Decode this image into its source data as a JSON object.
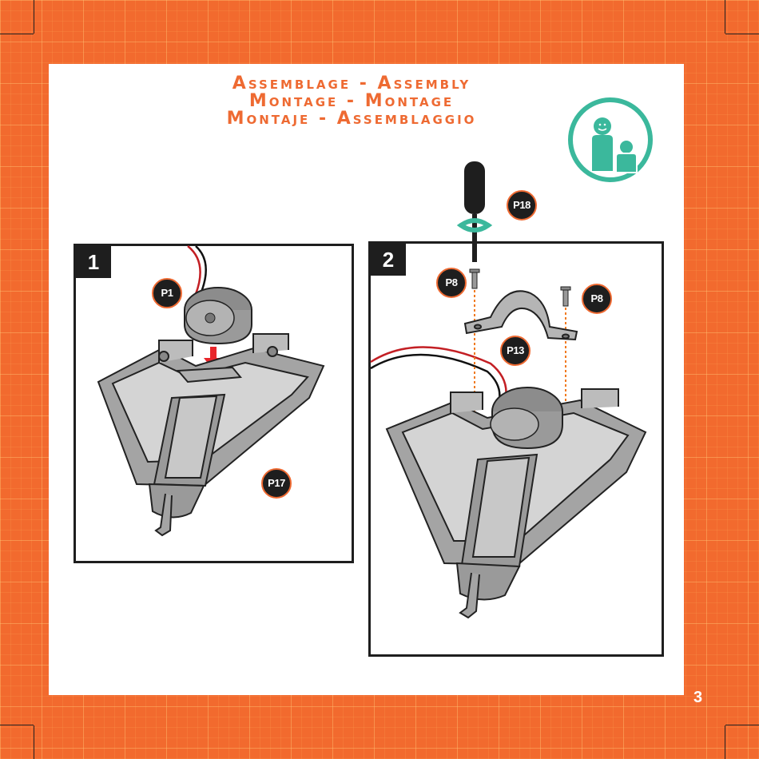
{
  "header": {
    "title_lines": [
      "Assemblage - Assembly",
      "Montage - Montage",
      "Montaje - Assemblaggio"
    ]
  },
  "steps": [
    {
      "number": "1",
      "parts": [
        "P1",
        "P17"
      ]
    },
    {
      "number": "2",
      "parts": [
        "P18",
        "P8",
        "P8",
        "P13"
      ]
    }
  ],
  "page_number": "3",
  "colors": {
    "accent": "#ee6a32",
    "badge_teal": "#3bb89c",
    "panel_border": "#1e1e1e",
    "arrow": "#e8262b"
  },
  "icons": {
    "age_badge": "parent-child-icon",
    "screwdriver": "screwdriver-icon"
  }
}
